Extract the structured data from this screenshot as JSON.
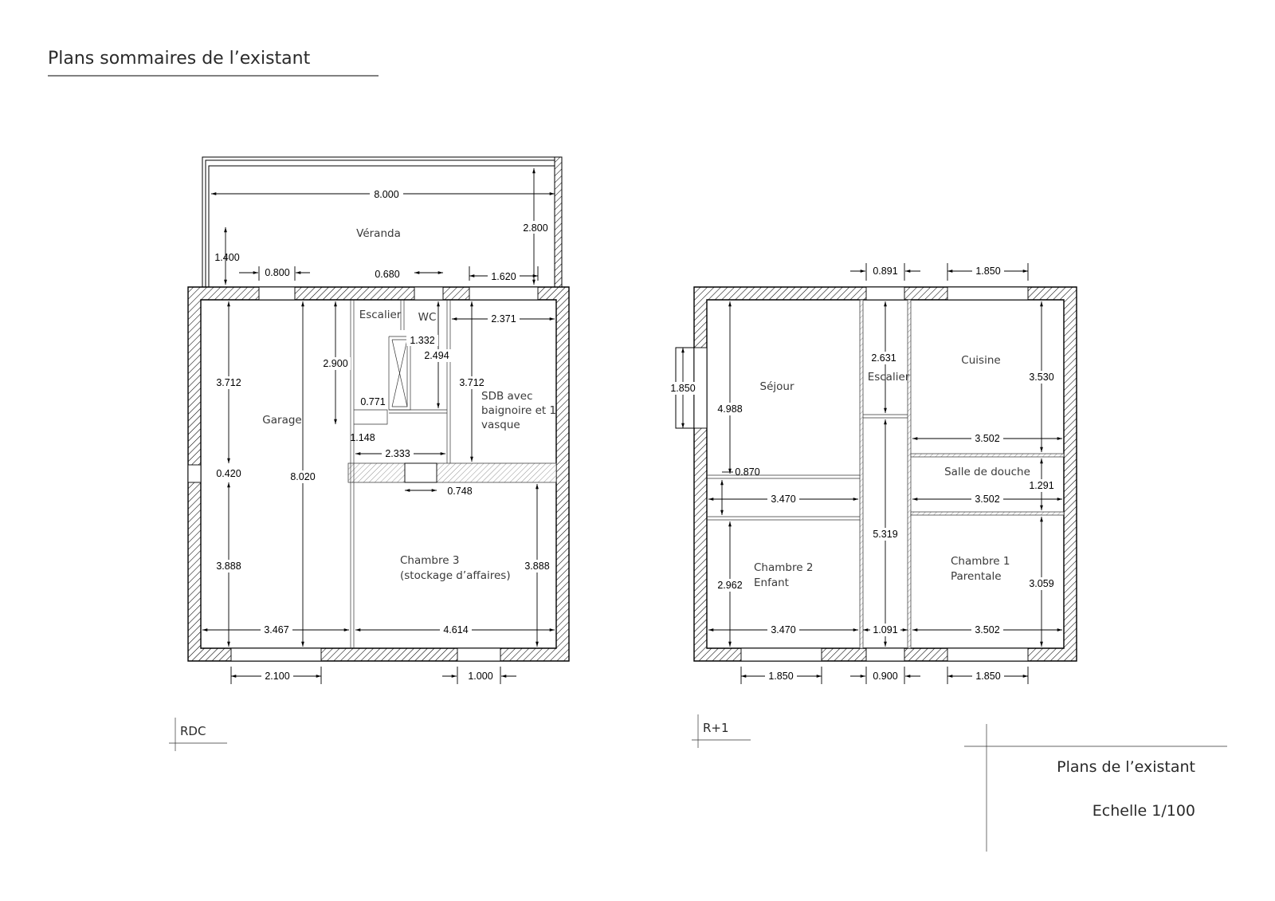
{
  "page": {
    "title": "Plans sommaires de l’existant"
  },
  "cartouche": {
    "line1": "Plans de l’existant",
    "line2": "Echelle 1/100"
  },
  "rdc": {
    "label": "RDC",
    "rooms": {
      "veranda": "Véranda",
      "garage": "Garage",
      "escalier": "Escalier",
      "wc": "WC",
      "sdb_1": "SDB avec",
      "sdb_2": "baignoire et 1",
      "sdb_3": "vasque",
      "chambre3_1": "Chambre 3",
      "chambre3_2": "(stockage d’affaires)"
    },
    "dims": {
      "veranda_width": "8.000",
      "veranda_depth": "2.800",
      "veranda_side": "1.400",
      "window_a": "0.800",
      "window_b": "0.680",
      "window_c": "1.620",
      "garage_top": "3.712",
      "garage_mid": "0.420",
      "garage_bottom": "3.888",
      "garage_height": "8.020",
      "stair_height": "2.900",
      "stair_width": "0.771",
      "stair_step": "1.148",
      "wc_width": "1.332",
      "wc_height": "2.494",
      "sdb_width": "2.371",
      "sdb_height": "3.712",
      "corridor_width": "2.333",
      "door_width": "0.748",
      "chambre3_height": "3.888",
      "garage_width": "3.467",
      "chambre3_width": "4.614",
      "garage_door": "2.100",
      "front_door": "1.000"
    }
  },
  "r1": {
    "label": "R+1",
    "rooms": {
      "sejour": "Séjour",
      "escalier": "Escalier",
      "cuisine": "Cuisine",
      "salle_douche": "Salle de douche",
      "chambre2_1": "Chambre 2",
      "chambre2_2": "Enfant",
      "chambre1_1": "Chambre 1",
      "chambre1_2": "Parentale"
    },
    "dims": {
      "top_window_a": "0.891",
      "top_window_b": "1.850",
      "side_window": "1.850",
      "sejour_height": "4.988",
      "stair_height": "2.631",
      "cuisine_height": "3.530",
      "wall_gap": "0.870",
      "sejour_width": "3.470",
      "cuisine_width": "3.502",
      "douche_width": "3.502",
      "douche_height": "1.291",
      "corridor_height": "5.319",
      "chambre2_height": "2.962",
      "chambre1_height": "3.059",
      "chambre2_width": "3.470",
      "corridor_width": "1.091",
      "chambre1_width": "3.502",
      "bottom_window_a": "1.850",
      "bottom_window_b": "0.900",
      "bottom_window_c": "1.850"
    }
  }
}
